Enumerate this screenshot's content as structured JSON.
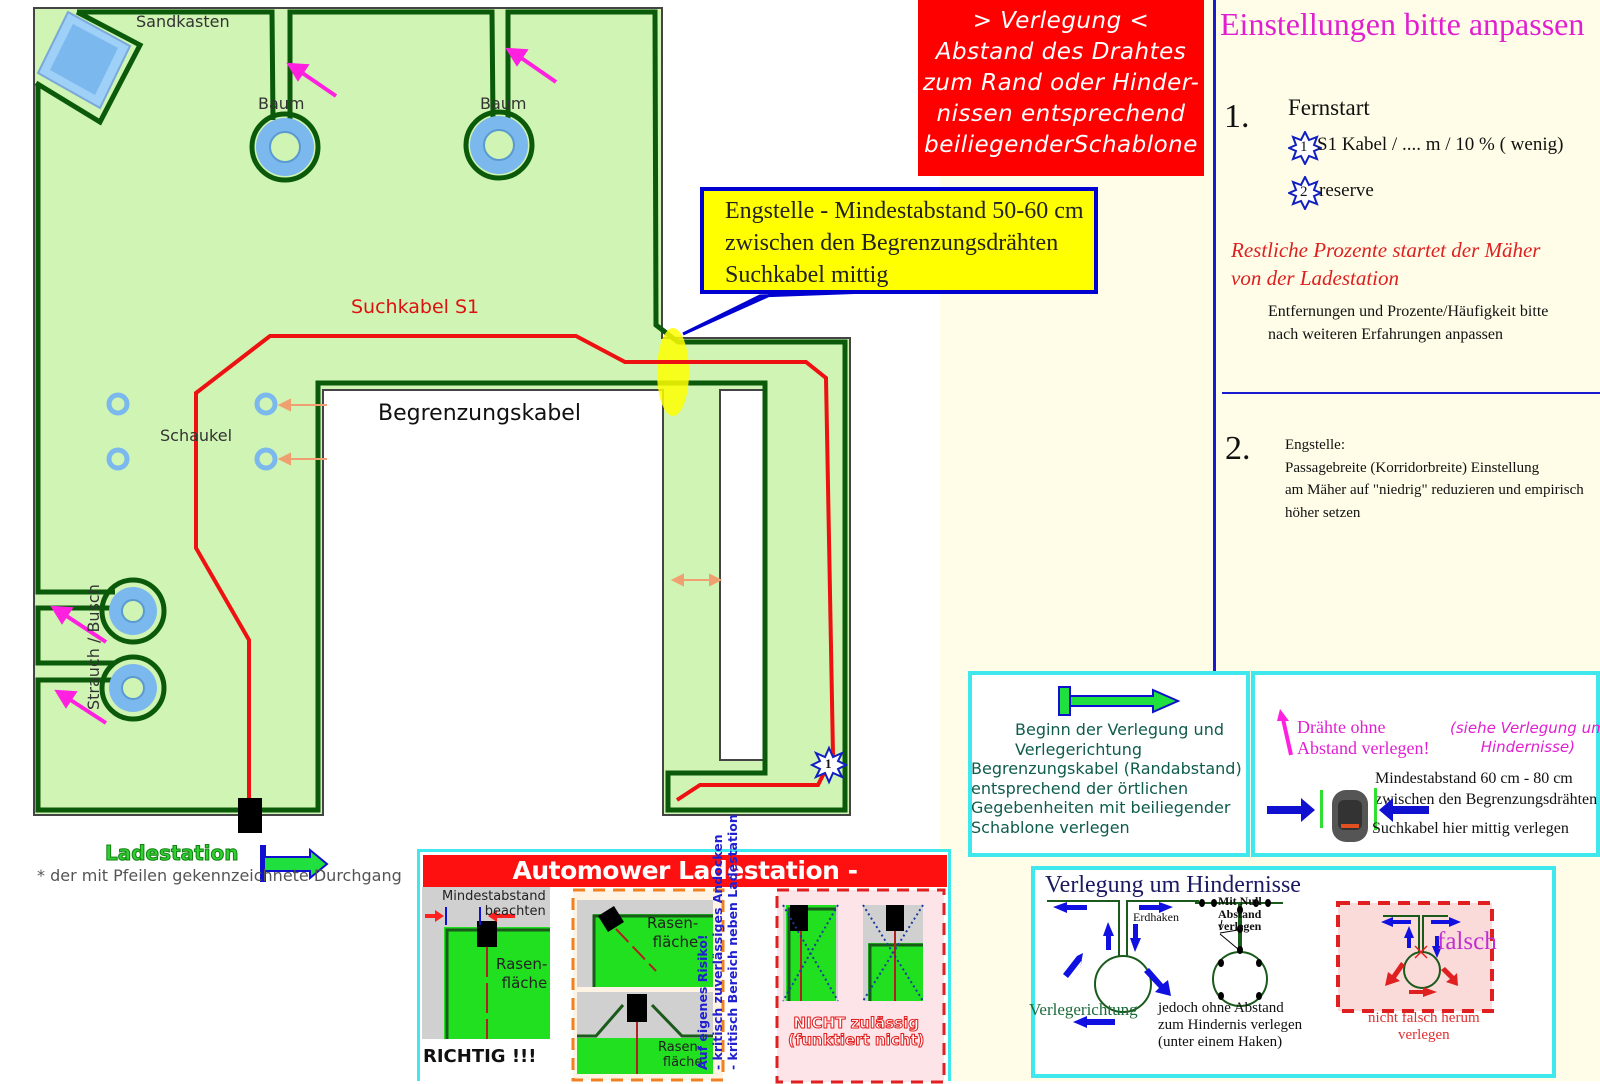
{
  "map": {
    "labels": {
      "sandkasten": "Sandkasten",
      "baum_1": "Baum",
      "baum_2": "Baum",
      "suchkabel": "Suchkabel S1",
      "begrenzungskabel": "Begrenzungskabel",
      "schaukel": "Schaukel",
      "strauch": "Strauch / Busch",
      "ladestation": "Ladestation",
      "star_number": "1"
    },
    "footnote": "* der mit Pfeilen gekennzeichnete Durchgang",
    "colors": {
      "lawn": "#d0f4b4",
      "boundary_wire": "#0a5a0a",
      "guide_wire": "#ee1111",
      "obstacle": "#7ab8ee",
      "arrow": "#ff20e0",
      "hint_arrow": "#f0a070",
      "narrow_spot": "#ffff00"
    }
  },
  "verlegung_box": {
    "lines": [
      "> Verlegung <",
      "Abstand des Drahtes",
      "zum Rand oder Hinder-",
      "nissen entsprechend",
      "beiliegenderSchablone"
    ]
  },
  "engstelle_callout": {
    "lines": [
      "Engstelle - Mindestabstand 50-60 cm",
      "zwischen den Begrenzungsdrähten",
      "Suchkabel mittig"
    ]
  },
  "settings": {
    "title": "Einstellungen bitte anpassen",
    "section_1": {
      "number": "1.",
      "heading": "Fernstart",
      "items": [
        {
          "star": "1",
          "text": "S1 Kabel / .... m / 10 % ( wenig)"
        },
        {
          "star": "2",
          "text": "reserve"
        }
      ],
      "note_red": [
        "Restliche Prozente  startet der Mäher",
        "von der Ladestation"
      ],
      "note": [
        "Entfernungen und Prozente/Häufigkeit bitte",
        "nach weiteren Erfahrungen anpassen"
      ]
    },
    "section_2": {
      "number": "2.",
      "lines": [
        "Engstelle:",
        "Passagebreite (Korridorbreite) Einstellung",
        "am Mäher auf \"niedrig\" reduzieren und empirisch",
        "höher setzen"
      ]
    }
  },
  "begin_box": {
    "lines": [
      "Beginn der Verlegung und",
      "Verlegerichtung",
      "Begrenzungskabel (Randabstand)",
      "entsprechend der örtlichen",
      "Gegebenheiten mit beiliegender",
      "Schablone verlegen"
    ]
  },
  "draehte_box": {
    "warning": [
      "Drähte ohne",
      "Abstand verlegen!"
    ],
    "see_also": [
      "(siehe Verlegung um",
      "Hindernisse)"
    ],
    "distance": [
      "Mindestabstand 60 cm - 80 cm",
      "zwischen den Begrenzungsdrähten"
    ],
    "guide": "Suchkabel hier mittig verlegen"
  },
  "hindernis_box": {
    "title": "Verlegung um Hindernisse",
    "left_caption": "Verlegerichtung",
    "middle_labels": {
      "erdhaken": "Erdhaken",
      "null_abstand": [
        "Mit Null",
        "Abstand",
        "verlegen"
      ],
      "caption": [
        "jedoch ohne Abstand",
        "zum Hindernis verlegen",
        "(unter einem Haken)"
      ]
    },
    "wrong_label": "falsch",
    "wrong_caption": [
      "nicht falsch herum",
      "verlegen"
    ]
  },
  "ladestation_panel": {
    "title": "Automower Ladestation - Positionierung",
    "mindestabstand": [
      "Mindestabstand",
      "beachten"
    ],
    "rasen": [
      "Rasen-",
      "fläche"
    ],
    "richtig": "RICHTIG !!!",
    "risiko": [
      "Auf eigenes Risiko!",
      "- kritisch zuverlässiges Andocken",
      "- kritisch Bereich neben Ladestation"
    ],
    "nicht": [
      "NICHT zulässig",
      "(funktiert nicht)"
    ]
  }
}
